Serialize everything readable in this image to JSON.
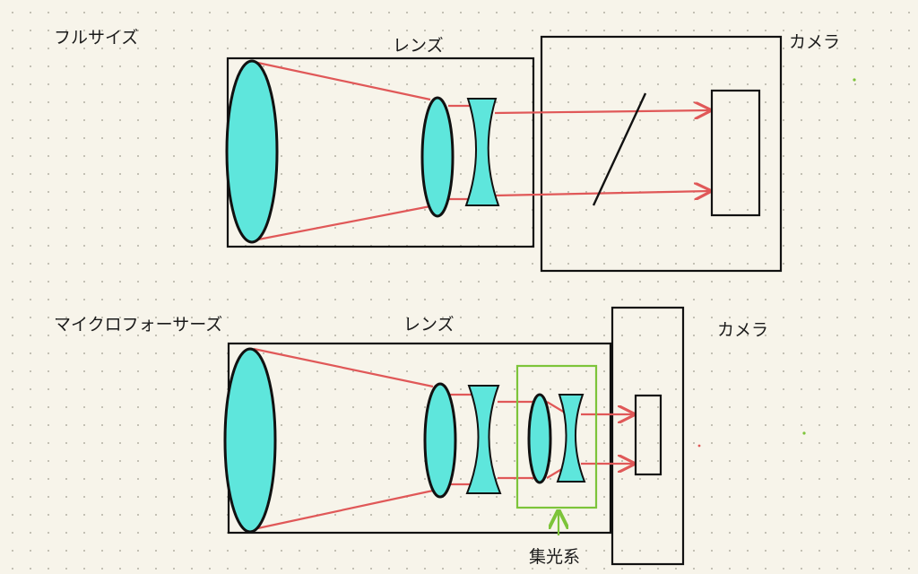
{
  "full_frame": {
    "title": "フルサイズ",
    "lens_label": "レンズ",
    "camera_label": "カメラ"
  },
  "micro_four_thirds": {
    "title": "マイクロフォーサーズ",
    "lens_label": "レンズ",
    "camera_label": "カメラ",
    "condenser_label": "集光系"
  },
  "colors": {
    "background": "#f7f4ea",
    "ray": "#e05858",
    "lens_fill": "#5ee6dc",
    "condenser_box": "#7dc43a",
    "outline": "#111111"
  }
}
